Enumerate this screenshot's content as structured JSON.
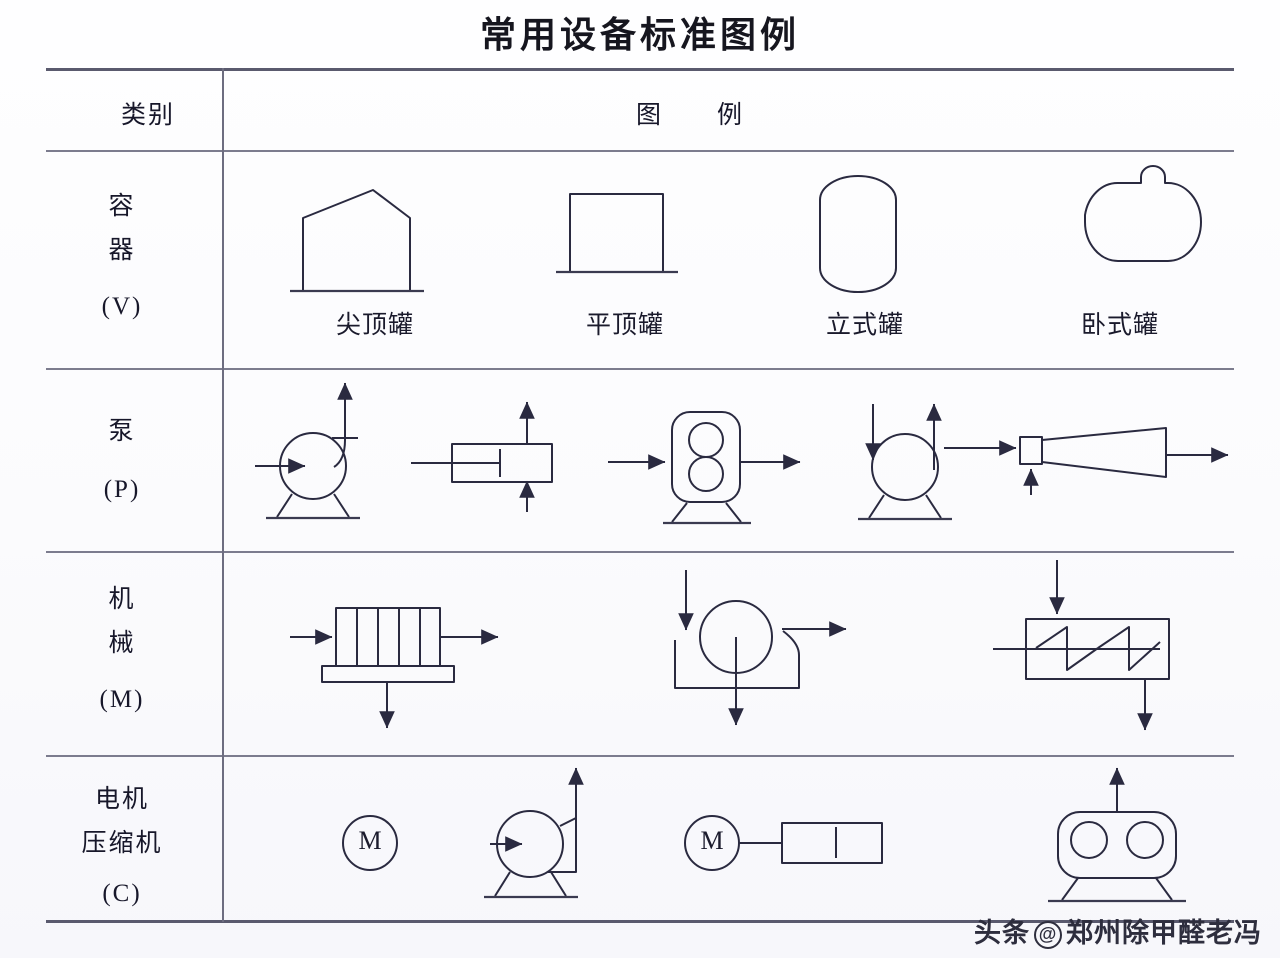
{
  "document": {
    "title": "常用设备标准图例"
  },
  "table": {
    "headers": {
      "category": "类别",
      "legend": "图　　例"
    },
    "rows": [
      {
        "category_lines": [
          "容",
          "器"
        ],
        "category_code": "(V)",
        "symbols": [
          {
            "label": "尖顶罐",
            "icon": "cone-roof-tank-symbol"
          },
          {
            "label": "平顶罐",
            "icon": "flat-roof-tank-symbol"
          },
          {
            "label": "立式罐",
            "icon": "vertical-tank-symbol"
          },
          {
            "label": "卧式罐",
            "icon": "horizontal-tank-symbol"
          }
        ]
      },
      {
        "category_lines": [
          "泵"
        ],
        "category_code": "(P)",
        "symbols": [
          {
            "label": "",
            "icon": "centrifugal-pump-symbol"
          },
          {
            "label": "",
            "icon": "reciprocating-pump-symbol"
          },
          {
            "label": "",
            "icon": "gear-pump-symbol"
          },
          {
            "label": "",
            "icon": "vacuum-pump-symbol"
          },
          {
            "label": "",
            "icon": "ejector-pump-symbol"
          }
        ]
      },
      {
        "category_lines": [
          "机",
          "械"
        ],
        "category_code": "(M)",
        "symbols": [
          {
            "label": "",
            "icon": "plate-filter-symbol"
          },
          {
            "label": "",
            "icon": "centrifuge-symbol"
          },
          {
            "label": "",
            "icon": "screw-conveyor-symbol"
          }
        ]
      },
      {
        "category_lines": [
          "电机",
          "压缩机"
        ],
        "category_code": "(C)",
        "symbols": [
          {
            "label": "M",
            "icon": "motor-symbol"
          },
          {
            "label": "",
            "icon": "blower-symbol"
          },
          {
            "label": "M",
            "icon": "motor-driven-compressor-symbol"
          },
          {
            "label": "",
            "icon": "rotary-compressor-symbol"
          }
        ]
      }
    ]
  },
  "watermark": {
    "prefix": "头条",
    "at": "@",
    "account": "郑州除甲醛老冯"
  },
  "colors": {
    "stroke": "#2a2a40",
    "rule": "#6d6d80",
    "text": "#17172a",
    "background": "#fdfdfe"
  }
}
